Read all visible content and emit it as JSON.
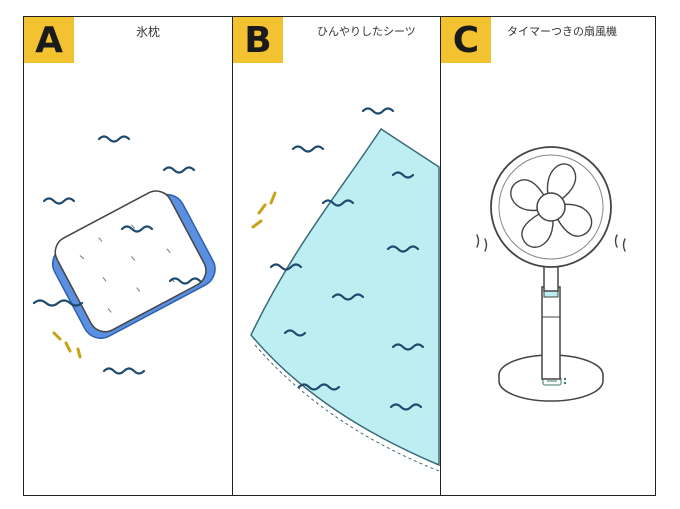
{
  "panels": [
    {
      "letter": "A",
      "caption": "氷枕"
    },
    {
      "letter": "B",
      "caption": "ひんやりしたシーツ"
    },
    {
      "letter": "C",
      "caption": "タイマーつきの扇風機"
    }
  ],
  "colors": {
    "badge": "#f2c230",
    "ice_pillow_blue": "#5b8fe0",
    "sheet_cyan": "#bdeff2",
    "wave_navy": "#1e4a6e",
    "accent_marks": "#c8a216"
  }
}
